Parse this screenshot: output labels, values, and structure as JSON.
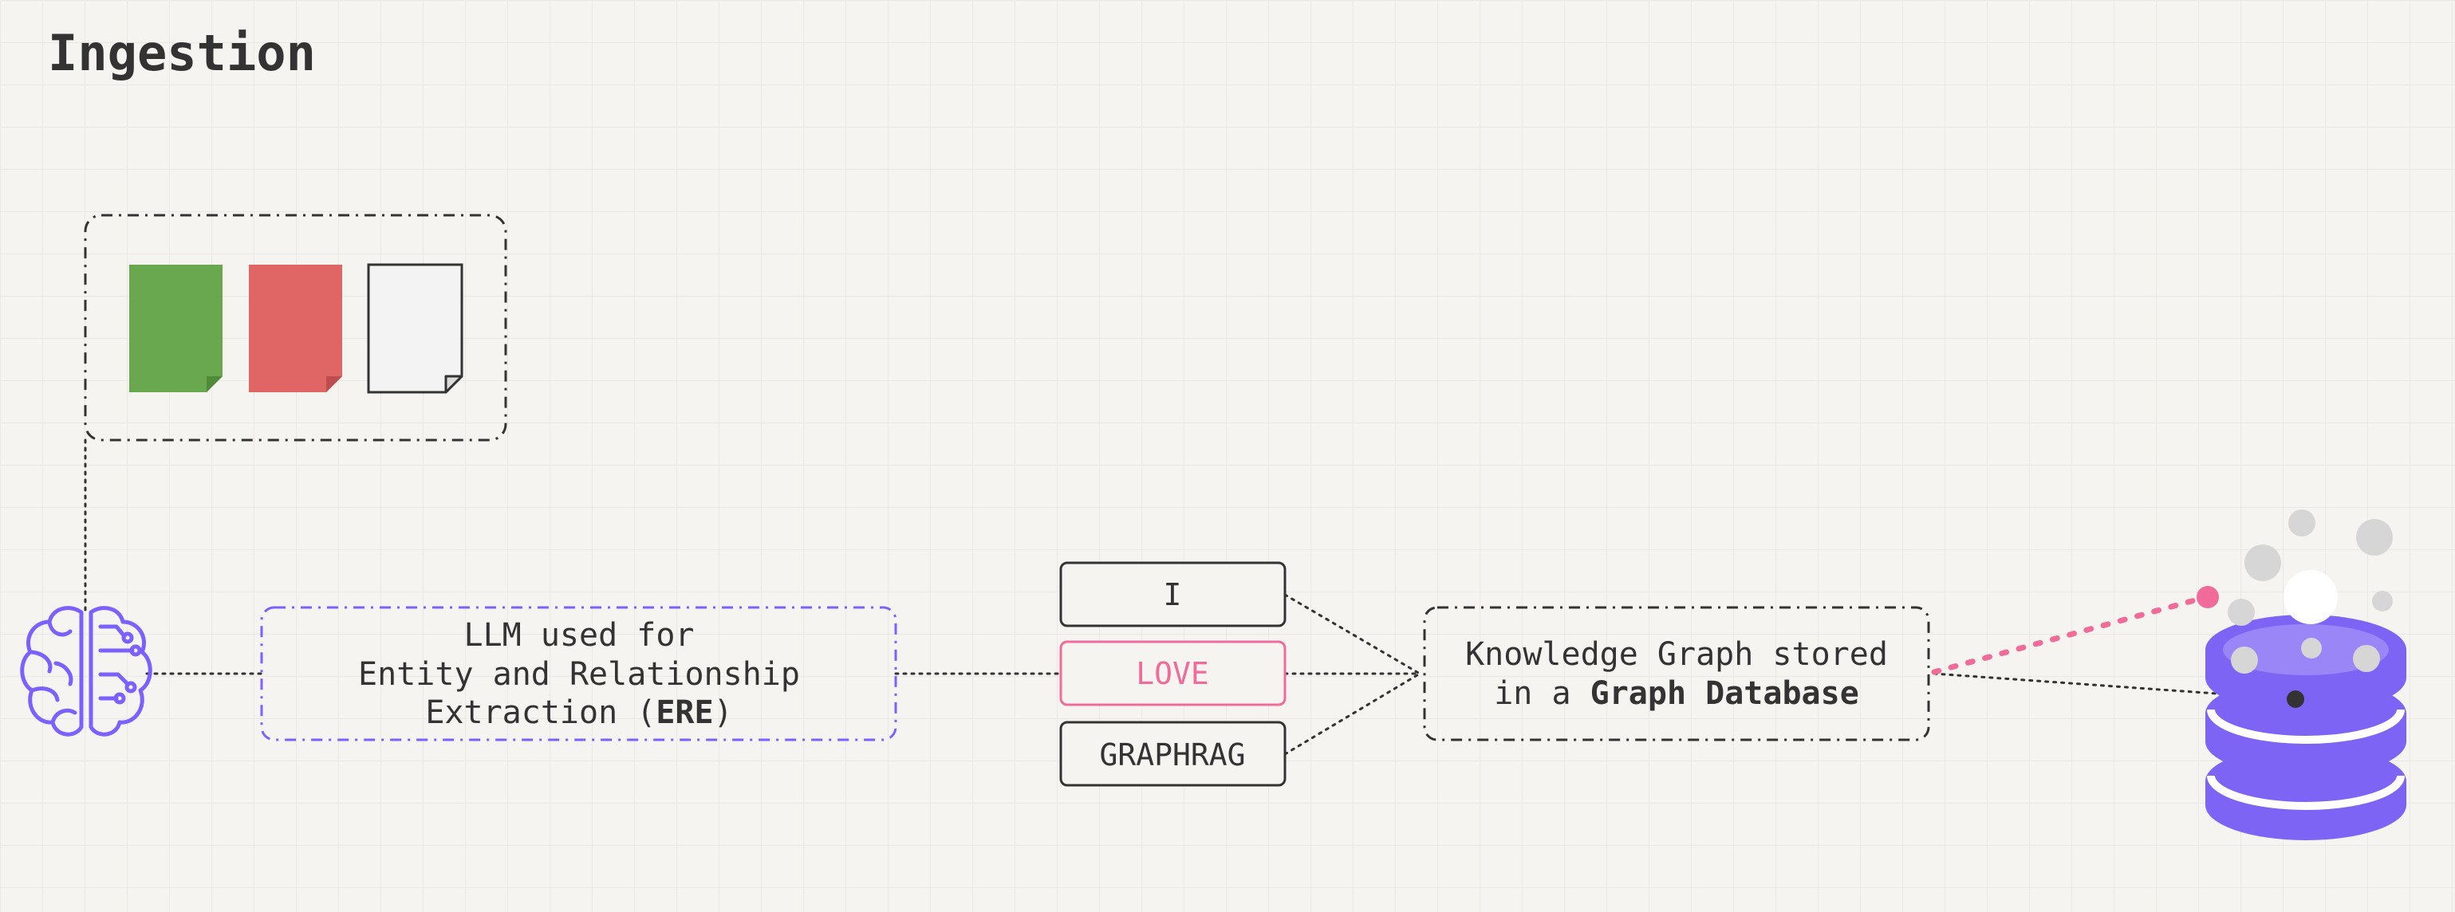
{
  "page": {
    "title": "Ingestion"
  },
  "llm_box": {
    "line1": "LLM used for",
    "line2": "Entity and Relationship",
    "line3_prefix": "Extraction (",
    "line3_bold": "ERE",
    "line3_suffix": ")"
  },
  "tokens": {
    "token1": "I",
    "token2": "LOVE",
    "token3": "GRAPHRAG"
  },
  "kg_box": {
    "line1": "Knowledge Graph stored",
    "line2_prefix": "in a ",
    "line2_bold": "Graph Database"
  },
  "documents": [
    {
      "name": "green-document",
      "color": "#6aa84f"
    },
    {
      "name": "red-document",
      "color": "#e06666"
    },
    {
      "name": "blank-document",
      "color": "#f3f3f3"
    }
  ],
  "icons": {
    "brain": "brain-icon",
    "database": "database-icon"
  },
  "colors": {
    "background": "#f6f4f1",
    "grid": "#ebe8e3",
    "text": "#333333",
    "accent_purple": "#7b61ff",
    "accent_pink": "#f06b9a",
    "database": "#7e64f5",
    "node_gray": "#d6d6d6"
  }
}
